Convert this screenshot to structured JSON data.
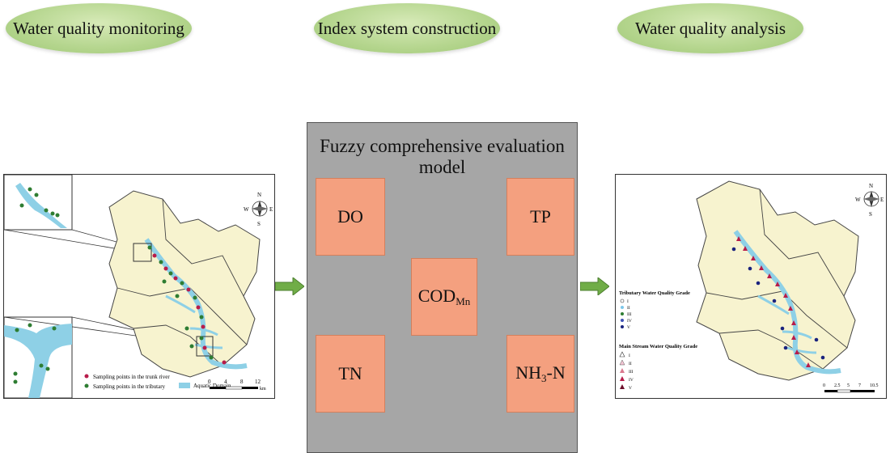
{
  "stages": {
    "monitoring": "Water quality monitoring",
    "index_system": "Index system construction",
    "analysis": "Water quality analysis"
  },
  "model": {
    "title": "Fuzzy comprehensive evaluation model",
    "do": "DO",
    "tp": "TP",
    "cod_main": "COD",
    "cod_sub": "Mn",
    "tn": "TN",
    "nh3_pre": "NH",
    "nh3_sub": "3",
    "nh3_post": "-N"
  },
  "left_map": {
    "legend_trunk": "Sampling points in the trunk river",
    "legend_tributary": "Sampling points in the tributary",
    "legend_aquatic": "Aquatic Domain",
    "scale_ticks": [
      "0",
      "4",
      "8",
      "12"
    ],
    "scale_unit": "km",
    "compass": {
      "n": "N",
      "s": "S",
      "e": "E",
      "w": "W"
    }
  },
  "right_map": {
    "tributary_title": "Tributary Water Quality Grade",
    "tributary_grades": [
      "I",
      "II",
      "III",
      "IV",
      "V"
    ],
    "main_title": "Main Stream Water Quality Grade",
    "main_grades": [
      "I",
      "II",
      "III",
      "IV",
      "V"
    ],
    "scale_ticks": [
      "0",
      "2.5",
      "5",
      "7",
      "10.5"
    ],
    "compass": {
      "n": "N",
      "s": "S",
      "e": "E",
      "w": "W"
    }
  },
  "colors": {
    "ellipse": "#b4d58d",
    "panel": "#a6a6a6",
    "index_box": "#f4a07f",
    "arrow": "#70ad47",
    "region": "#f7f3cf",
    "river": "#8ed0e6"
  }
}
